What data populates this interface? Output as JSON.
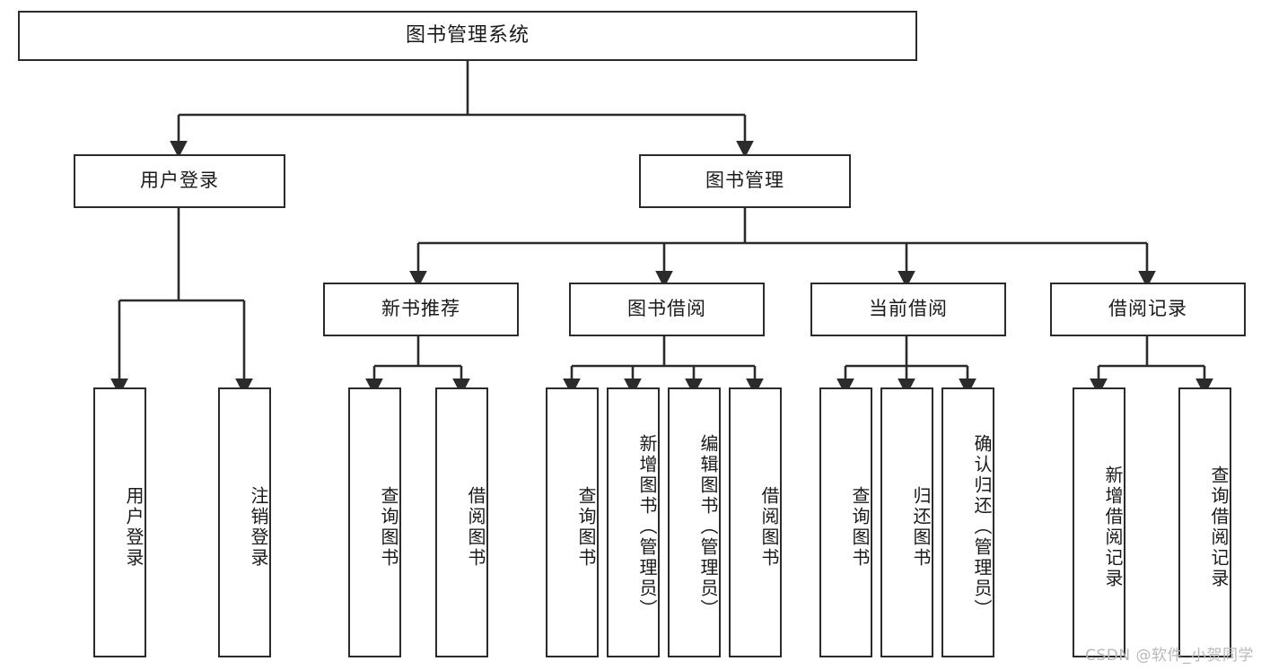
{
  "diagram": {
    "type": "tree",
    "title": "图书管理系统",
    "orientation": "top-down",
    "colors": {
      "stroke": "#2b2b2b",
      "fill": "#ffffff",
      "text": "#1a1a1a",
      "watermark": "#b8b8b8"
    },
    "root": {
      "label": "图书管理系统"
    },
    "level2": [
      {
        "label": "用户登录"
      },
      {
        "label": "图书管理"
      }
    ],
    "level3": [
      {
        "label": "新书推荐"
      },
      {
        "label": "图书借阅"
      },
      {
        "label": "当前借阅"
      },
      {
        "label": "借阅记录"
      }
    ],
    "leaves": {
      "user_login": [
        {
          "label": "用户登录"
        },
        {
          "label": "注销登录"
        }
      ],
      "new_book_recommend": [
        {
          "label": "查询图书"
        },
        {
          "label": "借阅图书"
        }
      ],
      "book_borrow": [
        {
          "label": "查询图书"
        },
        {
          "label": "新增图书（管理员）"
        },
        {
          "label": "编辑图书（管理员）"
        },
        {
          "label": "借阅图书"
        }
      ],
      "current_borrow": [
        {
          "label": "查询图书"
        },
        {
          "label": "归还图书"
        },
        {
          "label": "确认归还（管理员）"
        }
      ],
      "borrow_record": [
        {
          "label": "新增借阅记录"
        },
        {
          "label": "查询借阅记录"
        }
      ]
    },
    "watermark": "CSDN @软件_小贺同学"
  }
}
